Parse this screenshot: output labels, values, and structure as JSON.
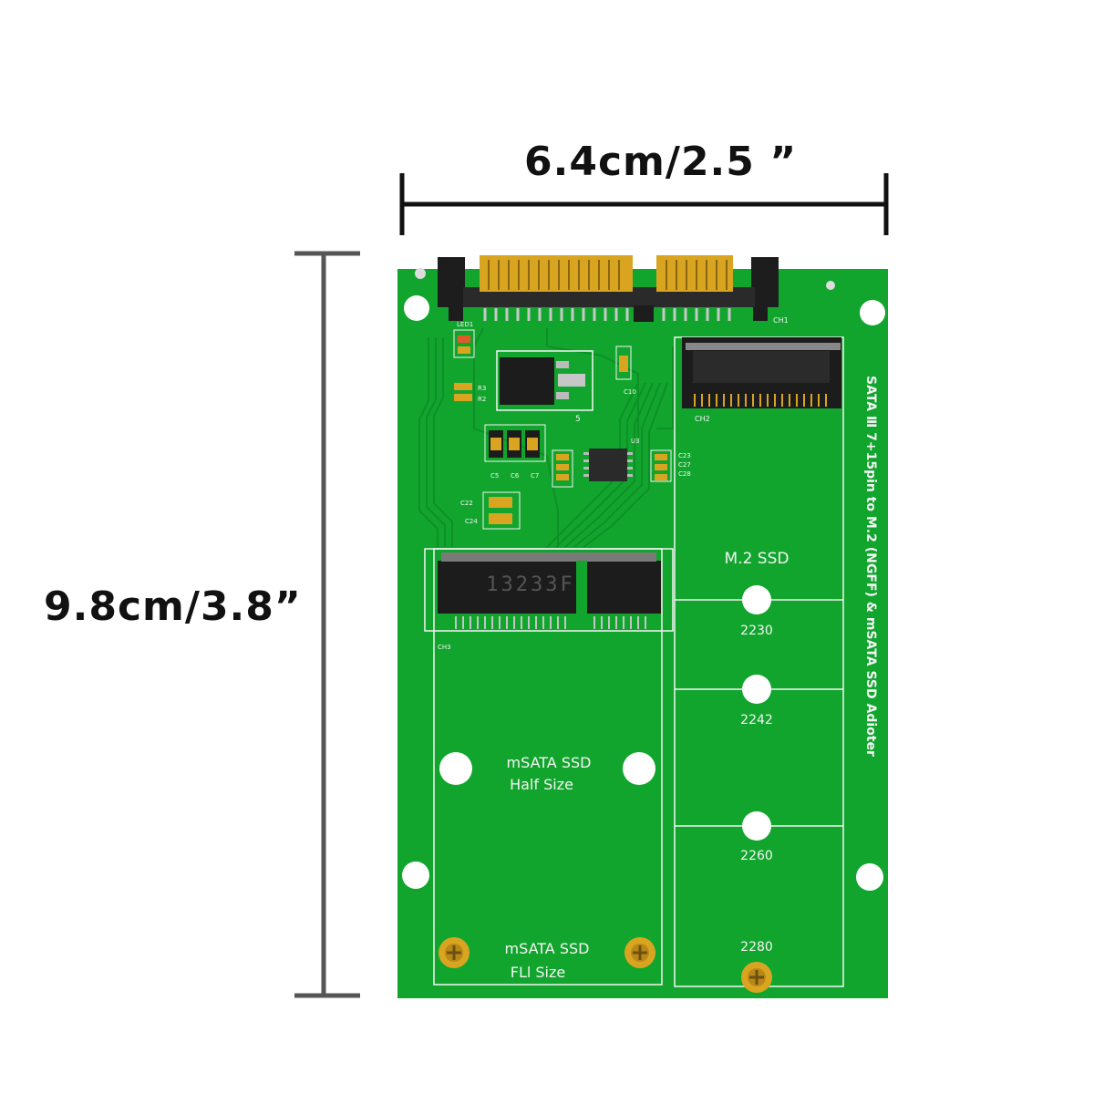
{
  "dimensions": {
    "width_label": "6.4cm/2.5 ”",
    "height_label": "9.8cm/3.8”"
  },
  "board": {
    "vertical_title": "SATA Ⅲ 7+15pin to M.2 (NGFF) & mSATA SSD Adioter",
    "m2_label": "M.2 SSD",
    "m2_sizes": [
      "2230",
      "2242",
      "2260",
      "2280"
    ],
    "msata_half": [
      "mSATA SSD",
      "Half Size"
    ],
    "msata_full": [
      "mSATA SSD",
      "FLl Size"
    ],
    "chip_marking": "13233F",
    "refs": {
      "ch1": "CH1",
      "ch2": "CH2",
      "ch3": "CH3",
      "u3": "U3",
      "five": "5",
      "r3": "R3",
      "r2": "R2",
      "led": "LED1",
      "c10": "C10",
      "c5": "C5",
      "c6": "C6",
      "c7": "C7",
      "c22": "C22",
      "c24": "C24",
      "c23": "C23",
      "c27": "C27",
      "c28": "C28"
    }
  },
  "colors": {
    "pcb": "#12a52e",
    "pcb_dark": "#0c8a22",
    "silkscreen": "#f4f4f4",
    "gold": "#d9a521",
    "connector_black": "#1d1d1d",
    "dim_line": "#111111",
    "dim_line_gray": "#555555"
  }
}
